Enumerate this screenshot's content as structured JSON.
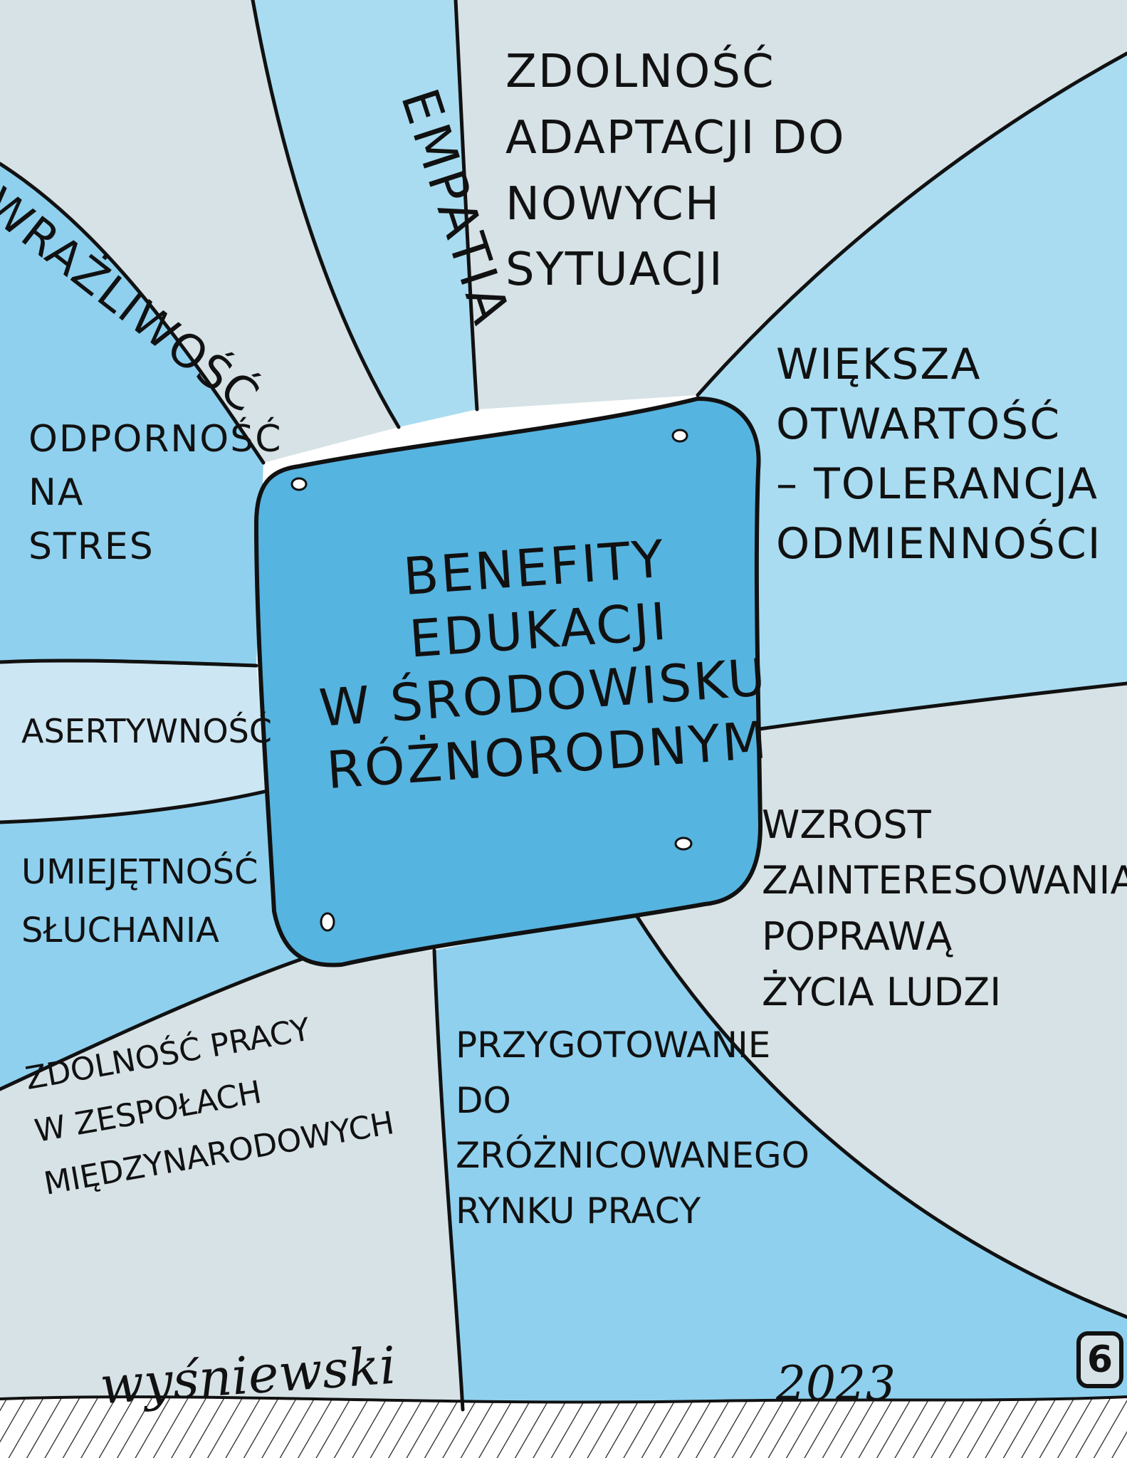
{
  "diagram": {
    "center": {
      "title": "BENEFITY\nEDUKACJI\nW ŚRODOWISKU\nRÓŻNORODNYM"
    },
    "benefits": [
      {
        "id": "wrazliwosc",
        "text": "WRAŻLIWOŚĆ"
      },
      {
        "id": "empatia",
        "text": "EMPATIA"
      },
      {
        "id": "adaptacja",
        "text": "ZDOLNOŚĆ\nADAPTACJI DO\nNOWYCH\nSYTUACJI"
      },
      {
        "id": "otwartosc",
        "text": "WIĘKSZA\nOTWARTOŚĆ\n– TOLERANCJA\nODMIENNOŚCI"
      },
      {
        "id": "odpornosc",
        "text": "ODPORNOŚĆ\nNA\nSTRES"
      },
      {
        "id": "asertywnosc",
        "text": "ASERTYWNOŚĆ"
      },
      {
        "id": "sluchanie",
        "text": "UMIEJĘTNOŚĆ\nSŁUCHANIA"
      },
      {
        "id": "zainteresowanie",
        "text": "WZROST\nZAINTERESOWANIA\nPOPRAWĄ\nŻYCIA LUDZI"
      },
      {
        "id": "zespoly",
        "text": "ZDOLNOŚĆ PRACY\nW ZESPOŁACH\nMIĘDZYNARODOWYCH"
      },
      {
        "id": "rynek",
        "text": "PRZYGOTOWANIE\nDO\nZRÓŻNICOWANEGO\nRYNKU PRACY"
      }
    ],
    "signature": "wyśniewski",
    "year": "2023",
    "page_number": "6"
  },
  "colors": {
    "light_gray_blue": "#d6e2e6",
    "medium_blue": "#8fd0ee",
    "light_blue": "#a9dcf1",
    "pale_blue": "#cde6f3",
    "center_blue": "#56b4e0",
    "ink": "#111111"
  }
}
